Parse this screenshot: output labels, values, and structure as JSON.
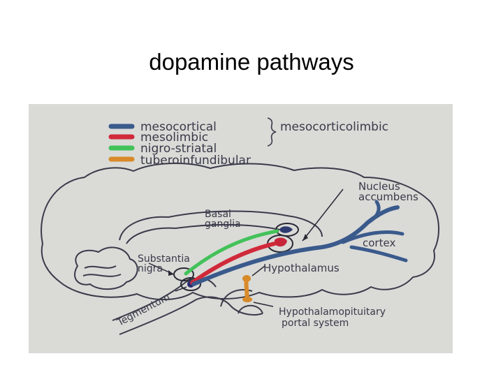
{
  "slide": {
    "title": "dopamine pathways"
  },
  "diagram": {
    "legend": {
      "items": [
        {
          "label": "mesocortical",
          "color": "#3a5a8c"
        },
        {
          "label": "mesolimbic",
          "color": "#d02a3a"
        },
        {
          "label": "nigro-striatal",
          "color": "#43c25a"
        },
        {
          "label": "tuberoinfundibular",
          "color": "#d88a2a"
        }
      ],
      "group_label": "mesocorticolimbic"
    },
    "labels": {
      "nucleus_accumbens_line1": "Nucleus",
      "nucleus_accumbens_line2": "accumbens",
      "basal_ganglia_line1": "Basal",
      "basal_ganglia_line2": "ganglia",
      "cortex": "cortex",
      "substantia_line1": "Substantia",
      "substantia_line2": "nigra",
      "hypothalamus": "Hypothalamus",
      "tegmentum": "Tegmentum",
      "hypothalamopituitary_line1": "Hypothalamopituitary",
      "hypothalamopituitary_line2": "portal system"
    }
  }
}
